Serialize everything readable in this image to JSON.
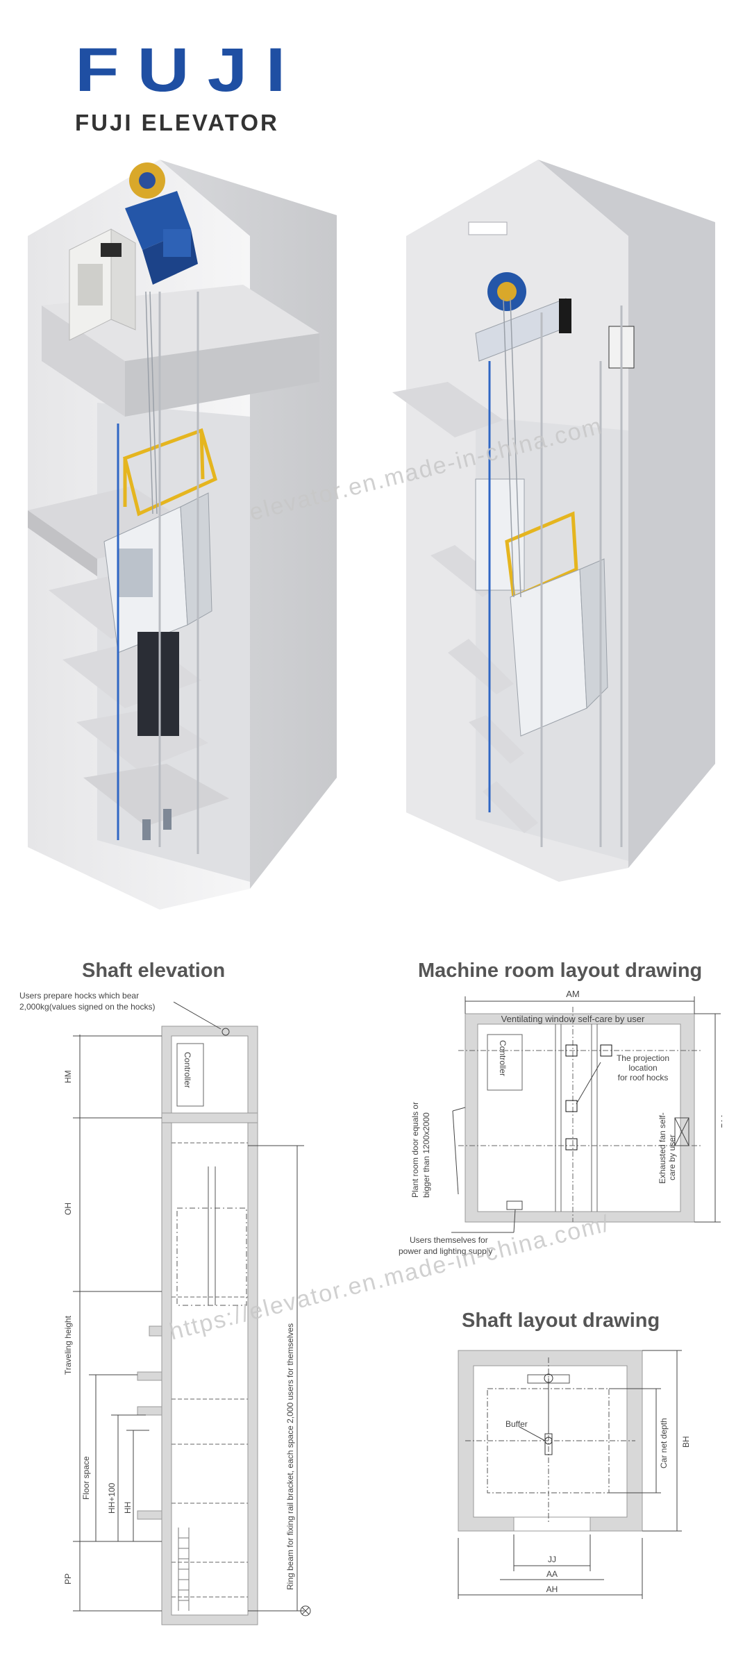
{
  "brand": {
    "logo_word": "FUJI",
    "logo_sub": "FUJI ELEVATOR",
    "color": "#1f4fa3"
  },
  "watermarks": [
    "elevator.en.made-in-china.com",
    "https://elevator.en.made-in-china.com/"
  ],
  "shaft_elevation": {
    "title": "Shaft elevation",
    "note_hocks": [
      "Users prepare hocks which bear",
      "2,000kg(values signed on the hocks)"
    ],
    "controller": "Controller",
    "ring_beam": "Ring beam for fixing rail bracket, each space 2,000  users for themselves",
    "dim_labels": {
      "hm": "HM",
      "oh": "OH",
      "travel": "Traveling height",
      "floor": "Floor space",
      "hh100": "HH+100",
      "hh": "HH",
      "pp": "PP"
    }
  },
  "machine_room": {
    "title": "Machine room layout drawing",
    "am": "AM",
    "vent": "Ventilating window self-care by user",
    "controller": "Controller",
    "projection": [
      "The projection",
      "location",
      "for roof hocks"
    ],
    "door": [
      "Plant room door equals or",
      "bigger than 1200x2000"
    ],
    "fan": [
      "Exhausted fan self-",
      "care by user"
    ],
    "bm": "BM",
    "power": [
      "Users themselves for",
      "power and lighting supply"
    ]
  },
  "shaft_layout": {
    "title": "Shaft layout drawing",
    "buffer": "Buffer",
    "car_depth": "Car net depth",
    "bh": "BH",
    "jj": "JJ",
    "aa": "AA",
    "ah": "AH"
  }
}
